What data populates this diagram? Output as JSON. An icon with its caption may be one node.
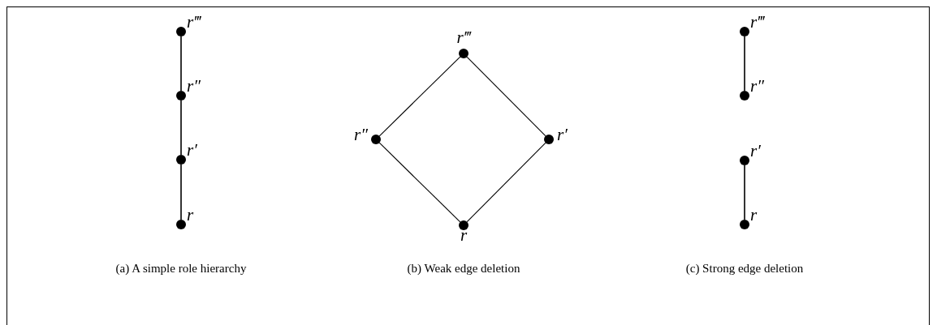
{
  "diagram": {
    "nodes": [
      {
        "text": [],
        "shape": "circle",
        "beside": [
          "r‴"
        ]
      },
      {
        "text": [],
        "shape": "circle",
        "beside": [
          "r″"
        ]
      },
      {
        "text": [],
        "shape": "circle",
        "beside": [
          "r′"
        ]
      },
      {
        "text": [],
        "shape": "circle",
        "beside": [
          "r"
        ]
      },
      {
        "text": [],
        "shape": "circle",
        "beside": [
          "r‴"
        ]
      },
      {
        "text": [],
        "shape": "circle",
        "beside": [
          "r″"
        ]
      },
      {
        "text": [],
        "shape": "circle",
        "beside": [
          "r′"
        ]
      },
      {
        "text": [],
        "shape": "circle",
        "beside": [
          "r"
        ]
      },
      {
        "text": [],
        "shape": "circle",
        "beside": [
          "r‴"
        ]
      },
      {
        "text": [],
        "shape": "circle",
        "beside": [
          "r″"
        ]
      },
      {
        "text": [],
        "shape": "circle",
        "beside": [
          "r′"
        ]
      },
      {
        "text": [],
        "shape": "circle",
        "beside": [
          "r"
        ]
      }
    ],
    "edges": [
      {
        "from": 0,
        "to": 1,
        "arrow": "none"
      },
      {
        "from": 1,
        "to": 2,
        "arrow": "none"
      },
      {
        "from": 2,
        "to": 3,
        "arrow": "none"
      },
      {
        "from": 4,
        "to": 5,
        "arrow": "none"
      },
      {
        "from": 4,
        "to": 6,
        "arrow": "none"
      },
      {
        "from": 5,
        "to": 7,
        "arrow": "none"
      },
      {
        "from": 6,
        "to": 7,
        "arrow": "none"
      },
      {
        "from": 8,
        "to": 9,
        "arrow": "none"
      },
      {
        "from": 10,
        "to": 11,
        "arrow": "none"
      }
    ],
    "labels": [
      "(a) A simple role hierarchy",
      "(b) Weak edge deletion",
      "(c) Strong edge deletion"
    ]
  }
}
